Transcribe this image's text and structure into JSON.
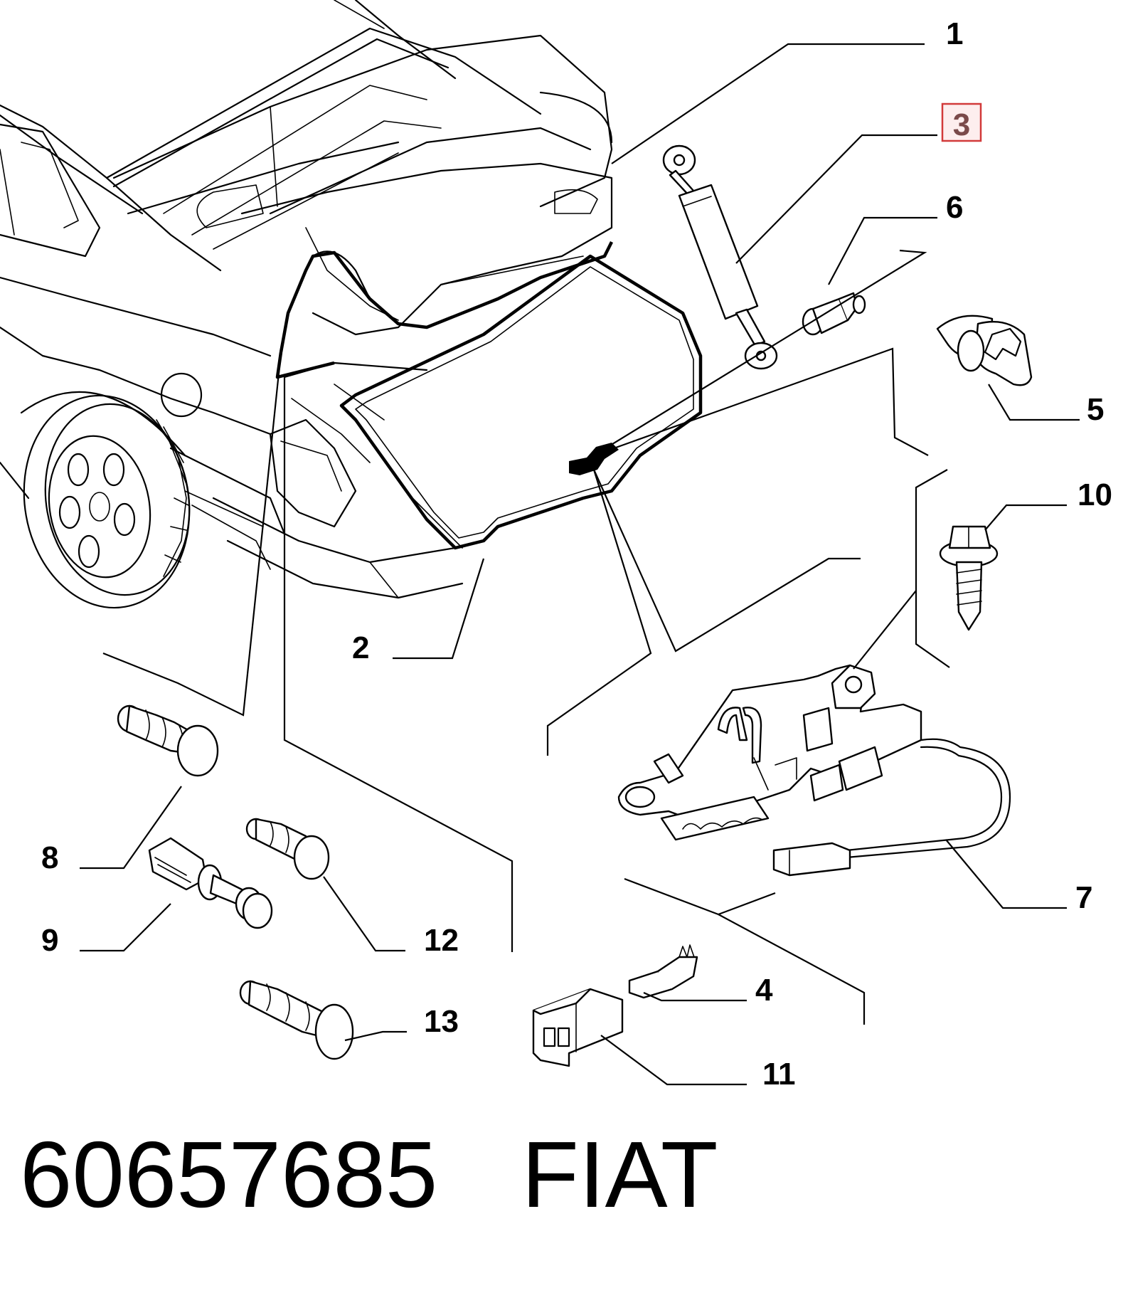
{
  "callouts": {
    "c1": "1",
    "c2": "2",
    "c3": "3",
    "c4": "4",
    "c5": "5",
    "c6": "6",
    "c7": "7",
    "c8": "8",
    "c9": "9",
    "c10": "10",
    "c11": "11",
    "c12": "12",
    "c13": "13"
  },
  "highlighted_callout": "3",
  "highlight_color": "#d23a3a",
  "footer": {
    "part_number": "60657685",
    "brand": "FIAT"
  }
}
